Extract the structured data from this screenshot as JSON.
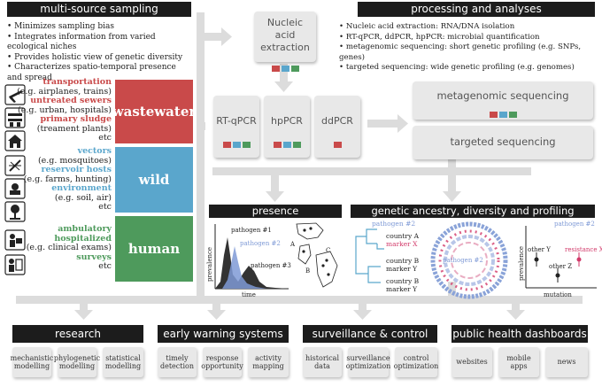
{
  "sampling": {
    "title": "multi-source sampling",
    "bullets": [
      "Minimizes sampling bias",
      "Integrates information from varied ecological niches",
      "Provides holistic view of genetic diversity",
      "Characterizes spatio-temporal presence and spread"
    ]
  },
  "sources": {
    "wastewater": {
      "label": "wastewater",
      "color": "#c94a4a",
      "lines": [
        {
          "text": "transportation",
          "style": "cat"
        },
        {
          "text": "(e.g. airplanes, trains)",
          "style": "eg"
        },
        {
          "text": "untreated sewers",
          "style": "cat"
        },
        {
          "text": "(e.g. urban, hospitals)",
          "style": "eg"
        },
        {
          "text": "primary sludge",
          "style": "cat"
        },
        {
          "text": "(treament plants)",
          "style": "eg"
        },
        {
          "text": "etc",
          "style": "etc"
        }
      ]
    },
    "wild": {
      "label": "wild",
      "color": "#5aa6cc",
      "lines": [
        {
          "text": "vectors",
          "style": "cat"
        },
        {
          "text": "(e.g. mosquitoes)",
          "style": "eg"
        },
        {
          "text": "reservoir hosts",
          "style": "cat"
        },
        {
          "text": "(e.g. farms, hunting)",
          "style": "eg"
        },
        {
          "text": "environment",
          "style": "cat"
        },
        {
          "text": "(e.g. soil, air)",
          "style": "eg"
        },
        {
          "text": "etc",
          "style": "etc"
        }
      ]
    },
    "human": {
      "label": "human",
      "color": "#4e9a5c",
      "lines": [
        {
          "text": "ambulatory",
          "style": "cat"
        },
        {
          "text": "hospitalized",
          "style": "cat"
        },
        {
          "text": "(e.g. clinical exams)",
          "style": "eg"
        },
        {
          "text": "surveys",
          "style": "cat"
        },
        {
          "text": "etc",
          "style": "etc"
        }
      ]
    }
  },
  "processing": {
    "title": "processing and analyses",
    "bullets": [
      "Nucleic acid extraction: RNA/DNA isolation",
      "RT-qPCR, ddPCR, hpPCR: microbial quantification",
      "metagenomic sequencing: short genetic profiling (e.g. SNPs, genes)",
      "targeted sequencing: wide genetic profiling (e.g. genomes)"
    ]
  },
  "steps": {
    "extraction": "Nucleic acid extraction",
    "rtqpcr": "RT-qPCR",
    "hppcr": "hpPCR",
    "ddpcr": "ddPCR",
    "metagenomic": "metagenomic sequencing",
    "targeted": "targeted sequencing"
  },
  "presence": {
    "title": "presence",
    "pathogen1": "pathogen #1",
    "pathogen2": "pathogen #2",
    "pathogen3": "pathogen #3",
    "ylabel": "prevalence",
    "xlabel": "time",
    "map_a": "A",
    "map_b": "B",
    "map_c": "C"
  },
  "genetic": {
    "title": "genetic ancestry, diversity and profiling",
    "tree_pathogen": "pathogen #2",
    "tree_labels": [
      {
        "country": "country A",
        "marker": "marker X",
        "marker_color": "#d23a6a"
      },
      {
        "country": "country B",
        "marker": "marker Y",
        "marker_color": "#222222"
      },
      {
        "country": "country B",
        "marker": "marker Y",
        "marker_color": "#222222"
      }
    ],
    "circle_pathogen": "pathogen #2",
    "right_pathogen": "pathogen #2",
    "points": [
      {
        "label": "other Y"
      },
      {
        "label": "other Z"
      },
      {
        "label": "resistance X"
      }
    ],
    "ylabel": "prevalence",
    "xlabel": "mutation"
  },
  "outcomes": [
    {
      "title": "research",
      "items": [
        "mechanistic modelling",
        "phylogenetic modelling",
        "statistical modelling"
      ]
    },
    {
      "title": "early warning systems",
      "items": [
        "timely detection",
        "response opportunity",
        "activity mapping"
      ]
    },
    {
      "title": "surveillance & control",
      "items": [
        "historical data",
        "surveillance optimization",
        "control optimization"
      ]
    },
    {
      "title": "public health dashboards",
      "items": [
        "websites",
        "mobile apps",
        "news"
      ]
    }
  ],
  "colors": {
    "red": "#c94a4a",
    "blue": "#5aa6cc",
    "green": "#4e9a5c",
    "pathogen2": "#7f9ad6",
    "marker_x": "#d23a6a"
  },
  "icons": [
    "airplane-icon",
    "sewer-icon",
    "treatment-plant-icon",
    "mosquito-icon",
    "livestock-icon",
    "plant-icon",
    "clinic-icon",
    "survey-icon"
  ]
}
